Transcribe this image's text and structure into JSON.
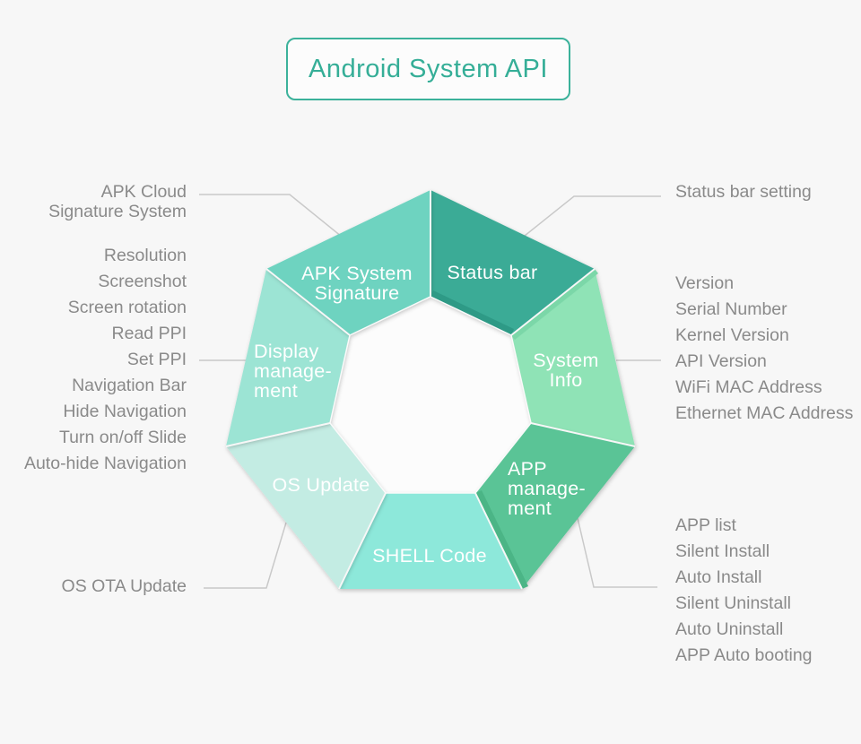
{
  "title": "Android System API",
  "colors": {
    "background": "#f7f7f7",
    "title_teal": "#35ae97",
    "label_gray": "#8a8a8a",
    "line_gray": "#c9c9c9",
    "inner_fill": "#fcfcfc",
    "bevel_status": "#2e9a86",
    "bevel_system_info": "#7bd7a8",
    "bevel_app": "#4bb586"
  },
  "segments": [
    {
      "id": "apk-system-signature",
      "color": "#6ed3c0",
      "lines": [
        "APK System",
        "Signature"
      ]
    },
    {
      "id": "status-bar",
      "color": "#3aab96",
      "lines": [
        "Status bar"
      ]
    },
    {
      "id": "system-info",
      "color": "#8fe3b6",
      "lines": [
        "System",
        "Info"
      ]
    },
    {
      "id": "app-management",
      "color": "#5ac496",
      "lines": [
        "APP",
        "manage-",
        "ment"
      ]
    },
    {
      "id": "shell-code",
      "color": "#8de8da",
      "lines": [
        "SHELL Code"
      ]
    },
    {
      "id": "os-update",
      "color": "#c3ece3",
      "lines": [
        "OS Update"
      ]
    },
    {
      "id": "display-management",
      "color": "#9ce4d4",
      "lines": [
        "Display",
        "manage-",
        "ment"
      ]
    }
  ],
  "callouts": {
    "apk_cloud": {
      "lines": [
        "APK Cloud",
        "Signature System"
      ]
    },
    "status_bar_setting": {
      "text": "Status bar setting"
    },
    "display_list": {
      "items": [
        "Resolution",
        "Screenshot",
        "Screen rotation",
        "Read PPI",
        "Set PPI",
        "Navigation Bar",
        "Hide Navigation",
        "Turn on/off Slide",
        "Auto-hide Navigation"
      ]
    },
    "system_info_list": {
      "items": [
        "Version",
        "Serial Number",
        "Kernel Version",
        "API Version",
        "WiFi MAC Address",
        "Ethernet MAC Address"
      ]
    },
    "os_ota": {
      "text": "OS OTA Update"
    },
    "app_list": {
      "items": [
        "APP list",
        "Silent Install",
        "Auto Install",
        "Silent Uninstall",
        "Auto Uninstall",
        "APP Auto booting"
      ]
    }
  }
}
